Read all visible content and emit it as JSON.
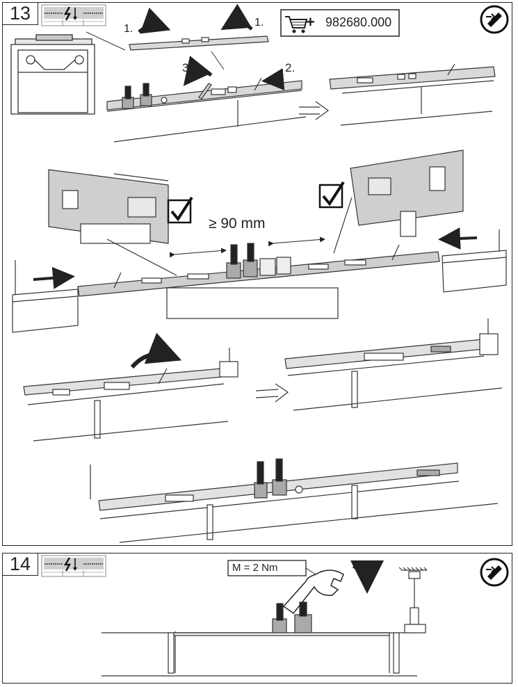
{
  "steps": [
    {
      "number": "13",
      "order_code": "982680.000",
      "order_plus": "+",
      "step_labels": [
        "1.",
        "1.",
        "2.",
        "3."
      ],
      "distance_label": "≥ 90 mm",
      "icons": [
        "power-off-warning-icon",
        "shopping-cart-icon",
        "check-icon",
        "check-icon",
        "screwdriver-tool-icon"
      ]
    },
    {
      "number": "14",
      "torque_label": "M = 2 Nm",
      "icons": [
        "power-off-warning-icon",
        "wrench-icon",
        "screwdriver-tool-icon"
      ]
    }
  ]
}
